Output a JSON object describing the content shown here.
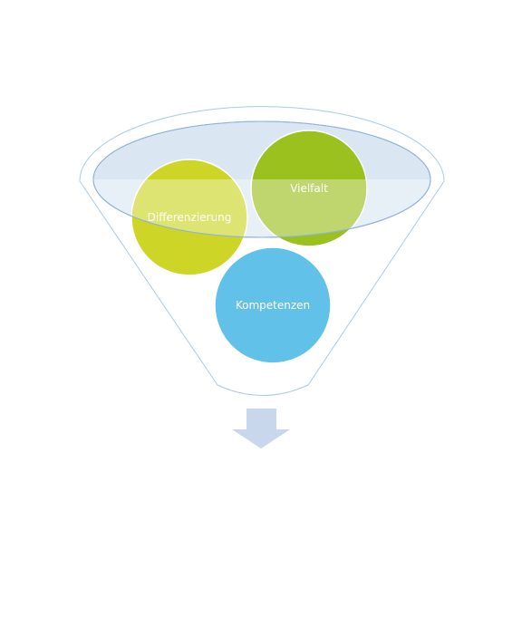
{
  "diagram": {
    "type": "funnel",
    "items": [
      {
        "label": "Differenzierung",
        "color": "#cdd627"
      },
      {
        "label": "Vielfalt",
        "color": "#9bc11f"
      },
      {
        "label": "Kompetenzen",
        "color": "#62c1e9"
      }
    ],
    "funnel_color": "#a9cbe6",
    "rim_fill": "#dbe6f3",
    "arrow_color": "#c9d7ec"
  }
}
